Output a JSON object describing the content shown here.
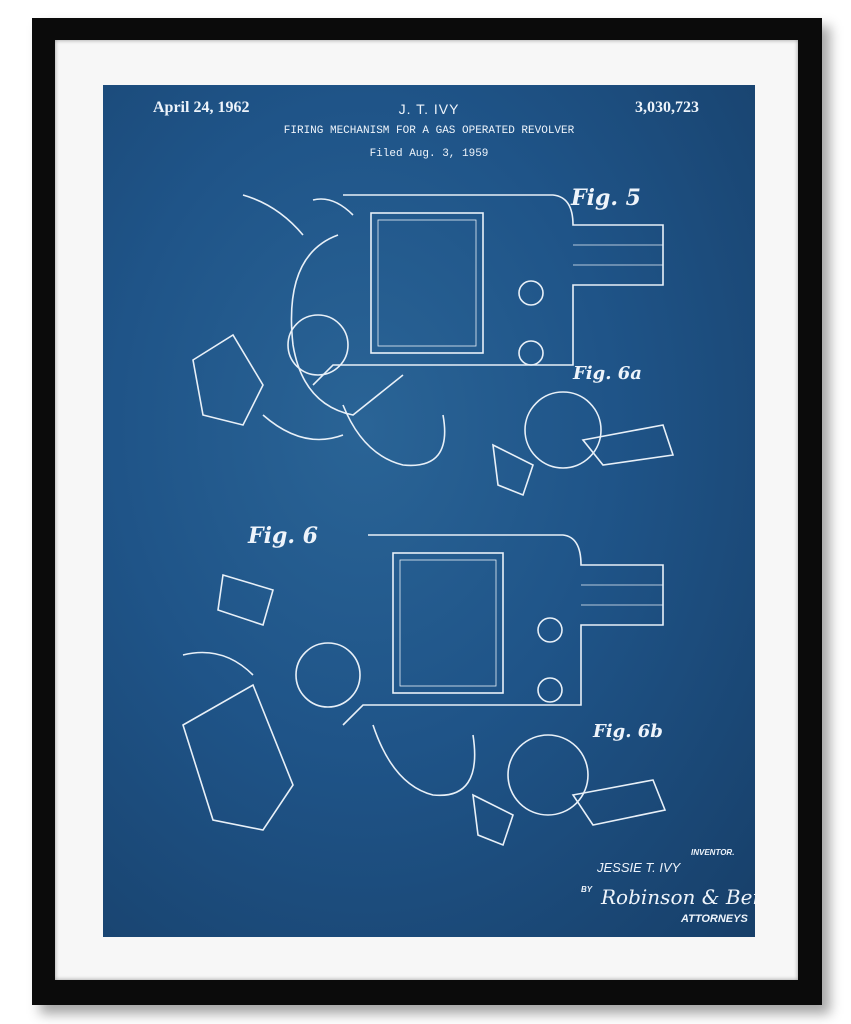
{
  "patent": {
    "date": "April 24, 1962",
    "inventor_header": "J. T. IVY",
    "number": "3,030,723",
    "title": "FIRING MECHANISM FOR A GAS OPERATED REVOLVER",
    "filed": "Filed Aug. 3, 1959"
  },
  "figures": [
    "Fig. 5",
    "Fig. 6a",
    "Fig. 6",
    "Fig. 6b"
  ],
  "signature": {
    "inventor_label": "INVENTOR.",
    "inventor_name": "JESSIE T. IVY",
    "by": "BY",
    "firm": "Robinson & Berry",
    "attorneys_label": "ATTORNEYS"
  },
  "colors": {
    "frame": "#0b0b0b",
    "mat": "#f7f7f7",
    "blueprint": "#1f5488",
    "ink": "#eef4fb"
  }
}
